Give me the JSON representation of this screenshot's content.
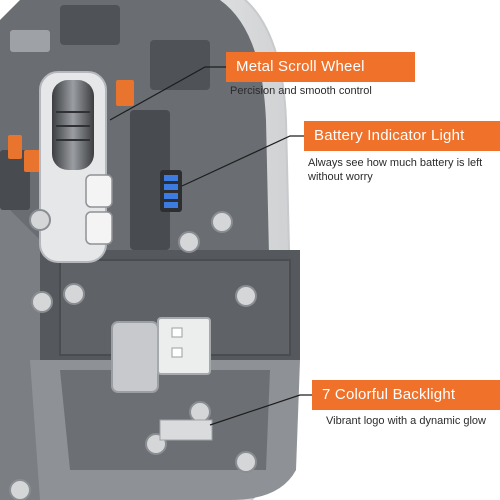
{
  "callouts": [
    {
      "title": "Metal Scroll Wheel",
      "description": "Percision and smooth control"
    },
    {
      "title": "Battery Indicator Light",
      "description": "Always see how much battery is left without worry"
    },
    {
      "title": "7 Colorful Backlight",
      "description": "Vibrant logo with a dynamic glow"
    }
  ],
  "colors": {
    "accent": "#f0712a",
    "shell": "#8a8d91",
    "chassis": "#5e6166",
    "battery_led": "#3d7be0"
  },
  "icons": [
    "mouse-image",
    "scroll-wheel-icon",
    "battery-indicator-icon",
    "usb-receiver-icon"
  ]
}
